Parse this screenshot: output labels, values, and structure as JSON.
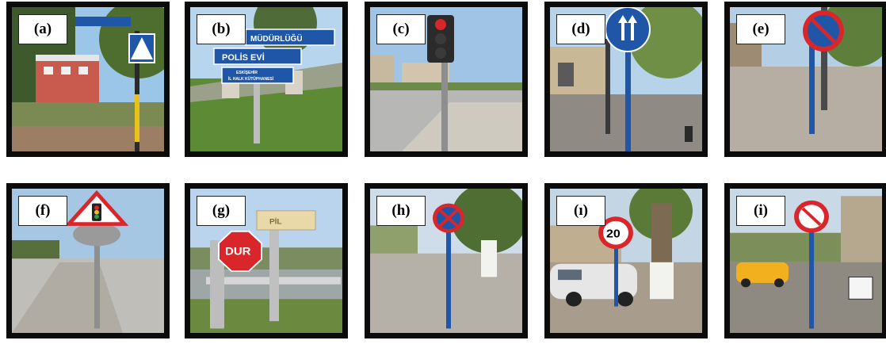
{
  "panels": [
    {
      "label": "(a)"
    },
    {
      "label": "(b)",
      "signs": [
        "MÜDÜRLÜĞÜ",
        "POLİS EVİ",
        "ESKİŞEHİR",
        "İL HALK KÜTÜPHANESİ"
      ]
    },
    {
      "label": "(c)"
    },
    {
      "label": "(d)"
    },
    {
      "label": "(e)"
    },
    {
      "label": "(f)"
    },
    {
      "label": "(g)",
      "signs": [
        "DUR",
        "PİL"
      ]
    },
    {
      "label": "(h)"
    },
    {
      "label": "(ı)",
      "signs": [
        "20"
      ]
    },
    {
      "label": "(i)"
    }
  ],
  "colors": {
    "frame": "#0b0b0b",
    "sky": "#a9cbe9",
    "sign_blue": "#1f56a8",
    "sign_red": "#d8262b"
  }
}
